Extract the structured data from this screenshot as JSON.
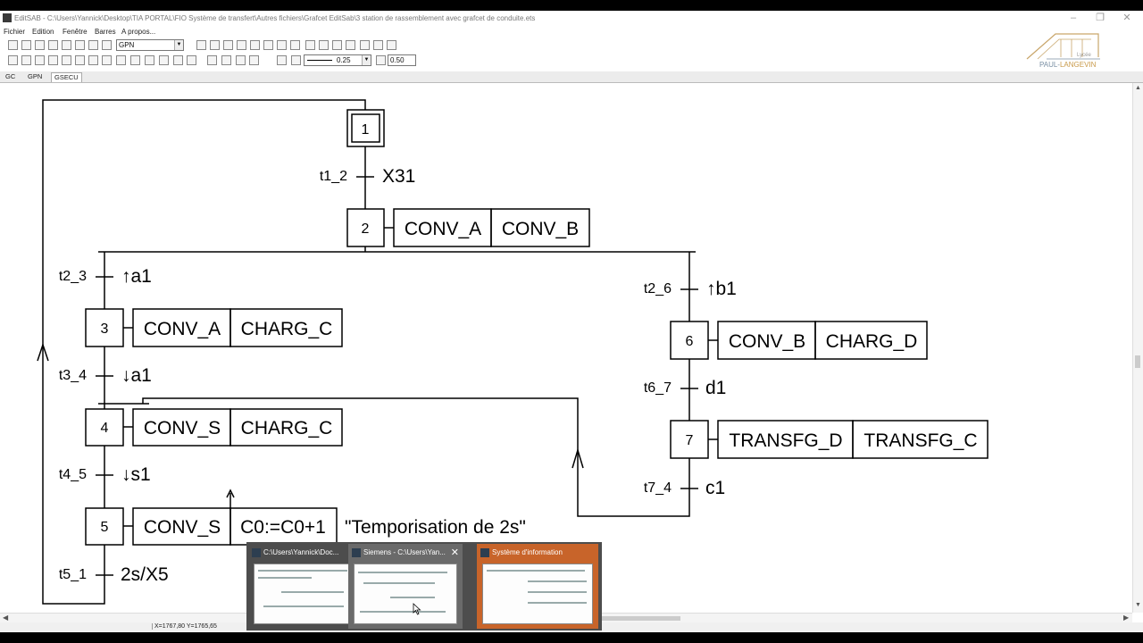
{
  "window": {
    "title": "EditSAB - C:\\Users\\Yannick\\Desktop\\TIA PORTAL\\FIO Système de transfert\\Autres fichiers\\Grafcet EditSab\\3 station de rassemblement avec grafcet de conduite.ets"
  },
  "menu": [
    "Fichier",
    "Edition",
    "Fenêtre",
    "Barres",
    "A propos..."
  ],
  "toolbar1": {
    "combo_value": "GPN"
  },
  "toolbar2": {
    "line_width": "0.25",
    "zoom": "0.50"
  },
  "logo": {
    "small": "Lycée",
    "name_left": "PAUL-",
    "name_right": "LANGEVIN"
  },
  "tabs": [
    "GC",
    "GPN",
    "GSECU"
  ],
  "grafcet": {
    "steps": [
      {
        "num": "1",
        "initial": true
      },
      {
        "num": "2",
        "actions": [
          "CONV_A",
          "CONV_B"
        ]
      },
      {
        "num": "3",
        "actions": [
          "CONV_A",
          "CHARG_C"
        ]
      },
      {
        "num": "4",
        "actions": [
          "CONV_S",
          "CHARG_C"
        ]
      },
      {
        "num": "5",
        "actions": [
          "CONV_S",
          "C0:=C0+1"
        ],
        "comment": "\"Temporisation de 2s\""
      },
      {
        "num": "6",
        "actions": [
          "CONV_B",
          "CHARG_D"
        ]
      },
      {
        "num": "7",
        "actions": [
          "TRANSFG_D",
          "TRANSFG_C"
        ]
      }
    ],
    "transitions": [
      {
        "name": "t1_2",
        "condition": "X31"
      },
      {
        "name": "t2_3",
        "condition": "↑a1"
      },
      {
        "name": "t3_4",
        "condition": "↓a1"
      },
      {
        "name": "t4_5",
        "condition": "↓s1"
      },
      {
        "name": "t5_1",
        "condition": "2s/X5"
      },
      {
        "name": "t2_6",
        "condition": "↑b1"
      },
      {
        "name": "t6_7",
        "condition": "d1"
      },
      {
        "name": "t7_4",
        "condition": "c1"
      }
    ]
  },
  "status_coords": "X=1767,80 Y=1765,65",
  "taskbar_previews": [
    {
      "title": "C:\\Users\\Yannick\\Doc..."
    },
    {
      "title": "Siemens - C:\\Users\\Yan..."
    },
    {
      "title": "Système d'information"
    }
  ]
}
